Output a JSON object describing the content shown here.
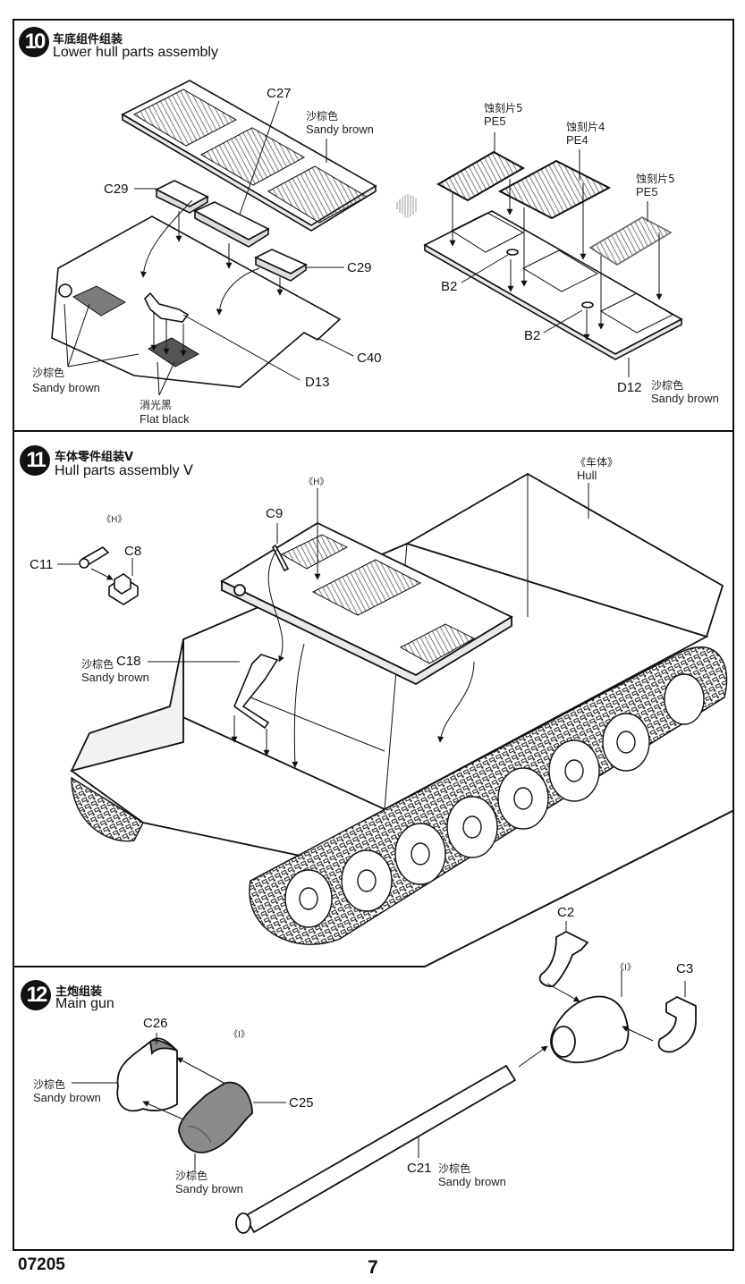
{
  "steps": [
    {
      "number": "10",
      "title_cn": "车底组件组装",
      "title_en": "Lower hull parts assembly",
      "labels": {
        "c27": "C27",
        "c29_top": "C29",
        "c29_right": "C29",
        "c40": "C40",
        "d13": "D13",
        "b2_upper": "B2",
        "b2_lower": "B2",
        "d12": "D12",
        "pe5_left_cn": "蚀刻片5",
        "pe5_left": "PE5",
        "pe4_cn": "蚀刻片4",
        "pe4": "PE4",
        "pe5_right_cn": "蚀刻片5",
        "pe5_right": "PE5"
      },
      "colors": {
        "sandy_top_cn": "沙棕色",
        "sandy_top": "Sandy brown",
        "sandy_left_cn": "沙棕色",
        "sandy_left": "Sandy brown",
        "flat_black_cn": "消光黑",
        "flat_black": "Flat black",
        "sandy_d12_cn": "沙棕色",
        "sandy_d12": "Sandy brown"
      }
    },
    {
      "number": "11",
      "title_cn": "车体零件组装Ⅴ",
      "title_en": "Hull parts assembly Ⅴ",
      "labels": {
        "subassembly_h_left": "《H》",
        "subassembly_h_top": "《H》",
        "c11": "C11",
        "c8": "C8",
        "c9": "C9",
        "c18": "C18",
        "hull_cn": "《车体》",
        "hull": "Hull"
      },
      "colors": {
        "sandy_c18_cn": "沙棕色",
        "sandy_c18": "Sandy brown"
      }
    },
    {
      "number": "12",
      "title_cn": "主炮组装",
      "title_en": "Main gun",
      "labels": {
        "c26": "C26",
        "c25": "C25",
        "subassembly_i_left": "《I》",
        "subassembly_i_right": "《I》",
        "c2": "C2",
        "c3": "C3",
        "c21": "C21"
      },
      "colors": {
        "sandy_c26_cn": "沙棕色",
        "sandy_c26": "Sandy brown",
        "sandy_c25_cn": "沙棕色",
        "sandy_c25": "Sandy brown",
        "sandy_c21_cn": "沙棕色",
        "sandy_c21": "Sandy brown"
      }
    }
  ],
  "footer": {
    "product_code": "07205",
    "page_number": "7"
  },
  "palette": {
    "ink": "#111111",
    "part_fill": "#ffffff",
    "shade": "#8a8a8a",
    "grille": "#555555"
  }
}
